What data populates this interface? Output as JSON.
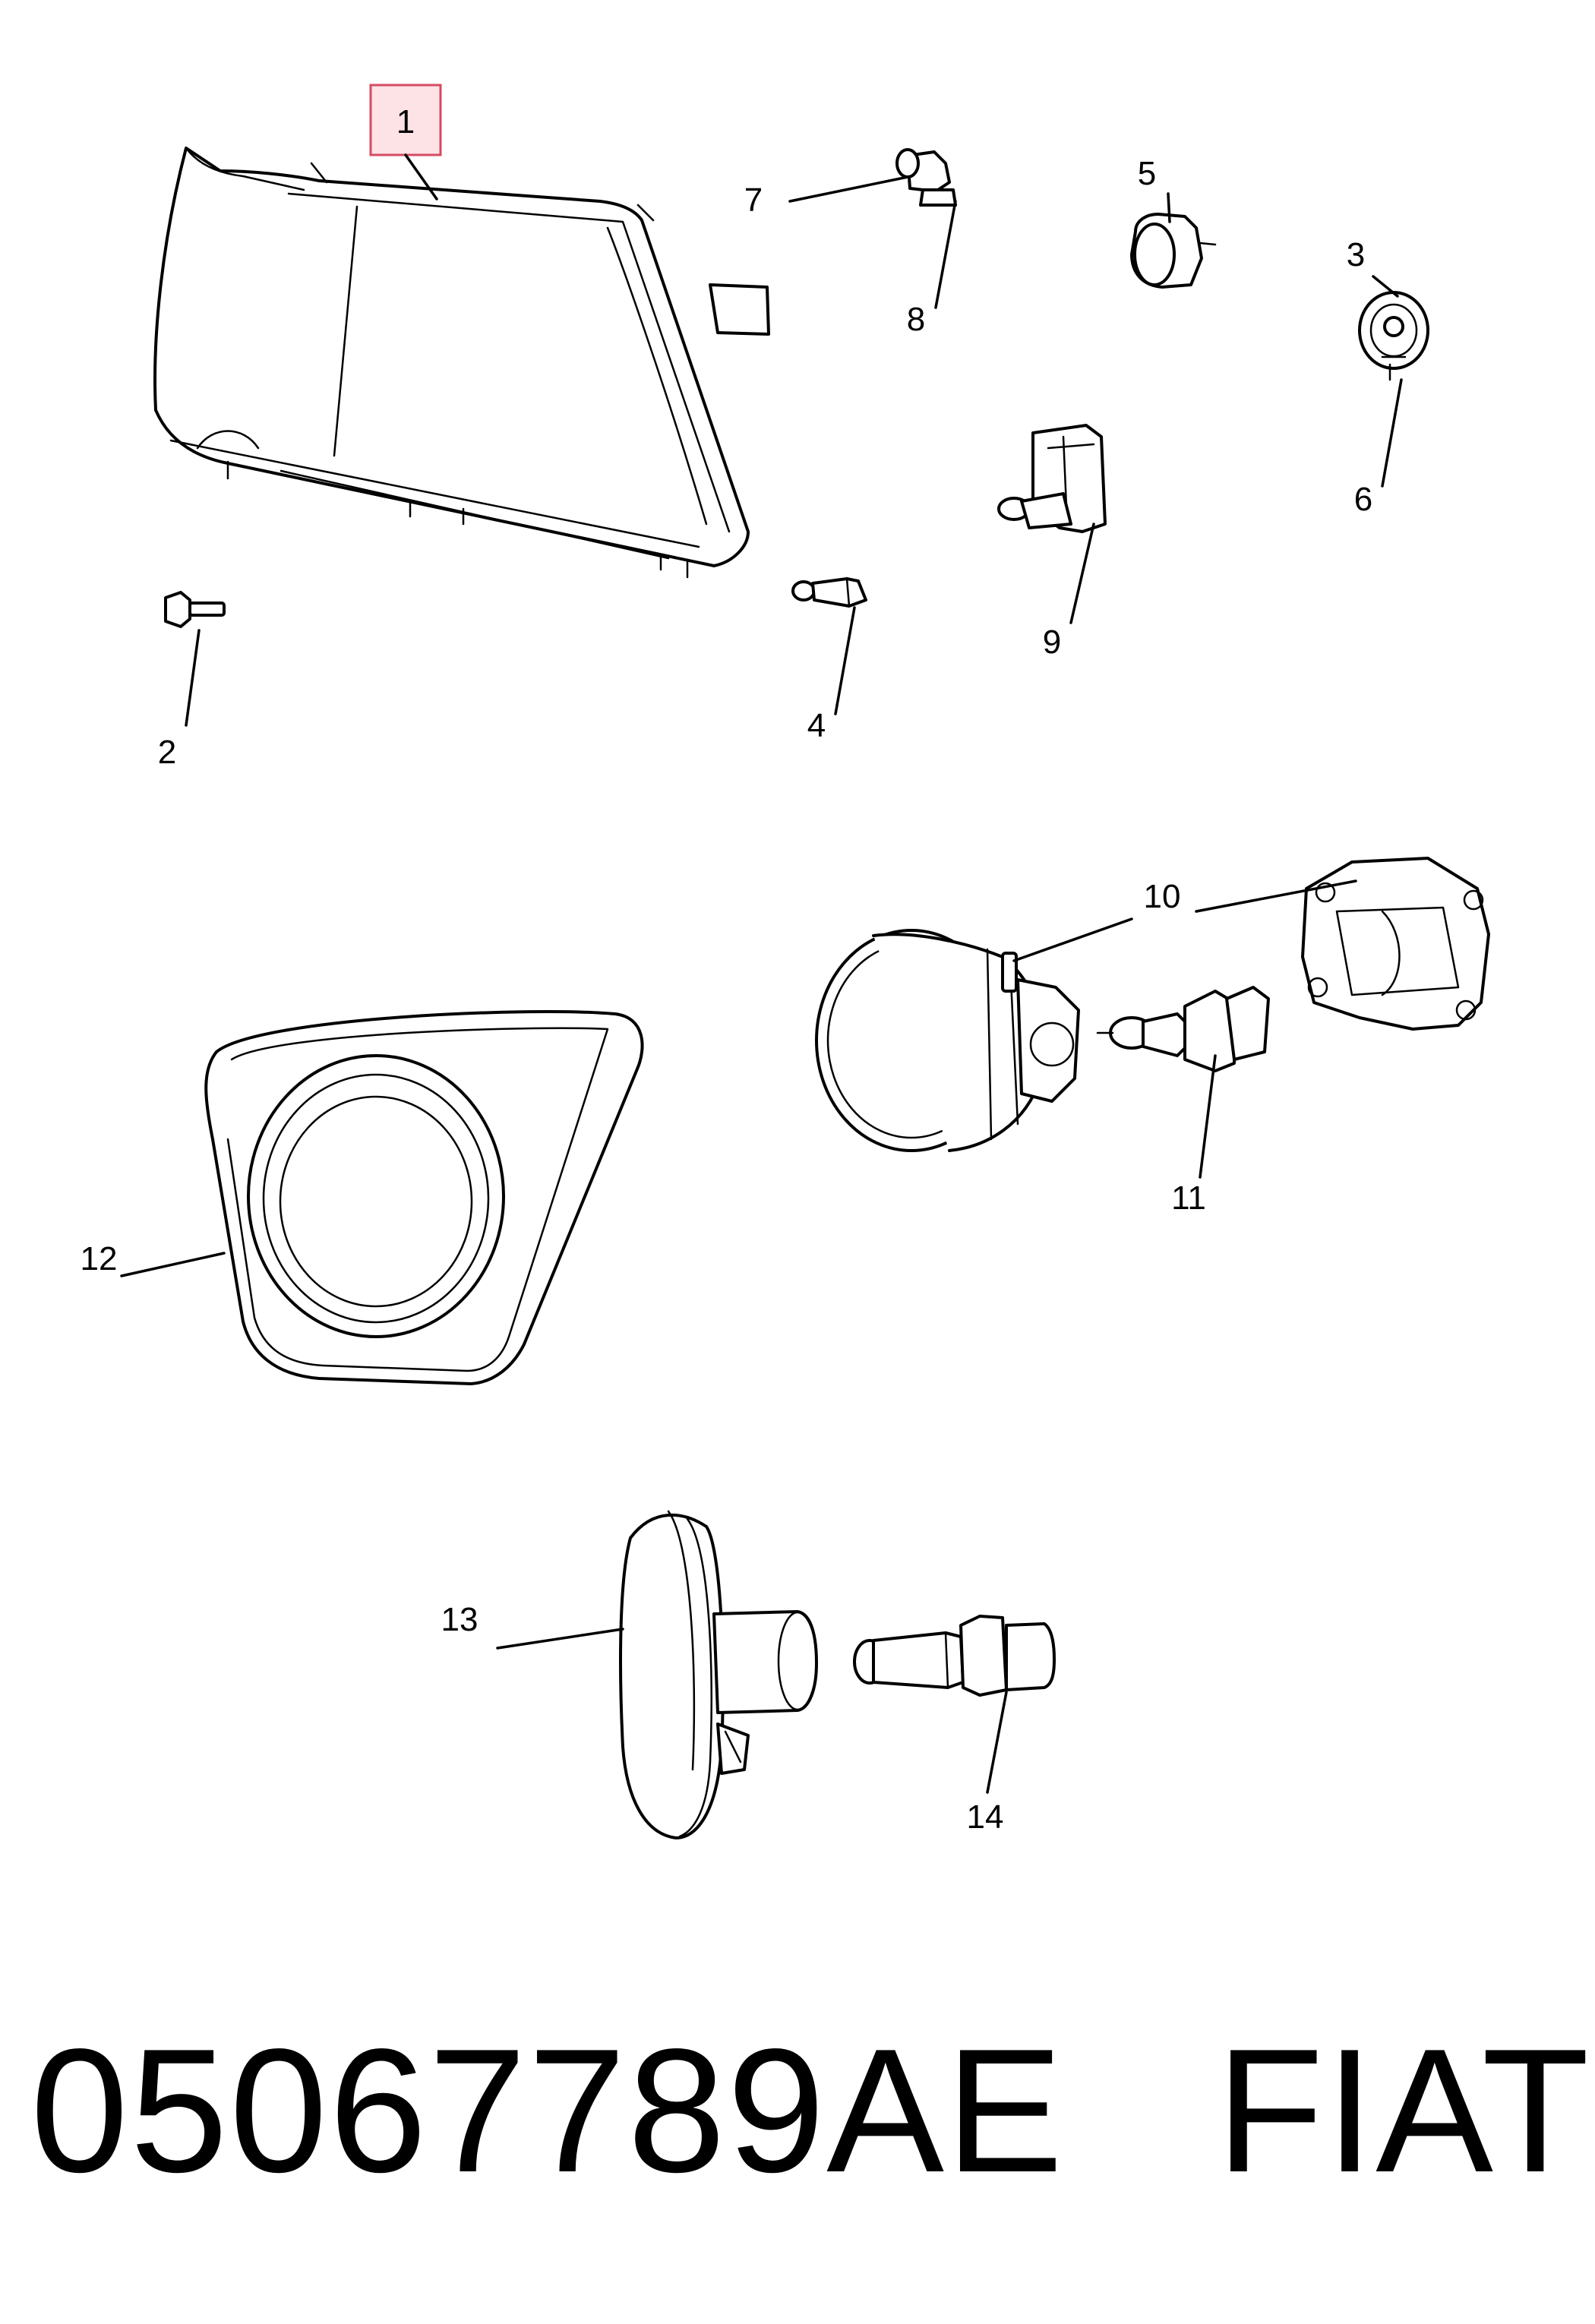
{
  "diagram": {
    "callouts": [
      {
        "id": "1",
        "label": "1",
        "highlighted": true
      },
      {
        "id": "2",
        "label": "2"
      },
      {
        "id": "3",
        "label": "3"
      },
      {
        "id": "4",
        "label": "4"
      },
      {
        "id": "5",
        "label": "5"
      },
      {
        "id": "6",
        "label": "6"
      },
      {
        "id": "7",
        "label": "7"
      },
      {
        "id": "8",
        "label": "8"
      },
      {
        "id": "9",
        "label": "9"
      },
      {
        "id": "10",
        "label": "10"
      },
      {
        "id": "11",
        "label": "11"
      },
      {
        "id": "12",
        "label": "12"
      },
      {
        "id": "13",
        "label": "13"
      },
      {
        "id": "14",
        "label": "14"
      }
    ],
    "highlight_color": "#fde2e6",
    "highlight_border": "#d64b63"
  },
  "caption": {
    "part_number": "05067789AE",
    "brand": "FIAT",
    "text": "05067789AE   FIAT"
  }
}
